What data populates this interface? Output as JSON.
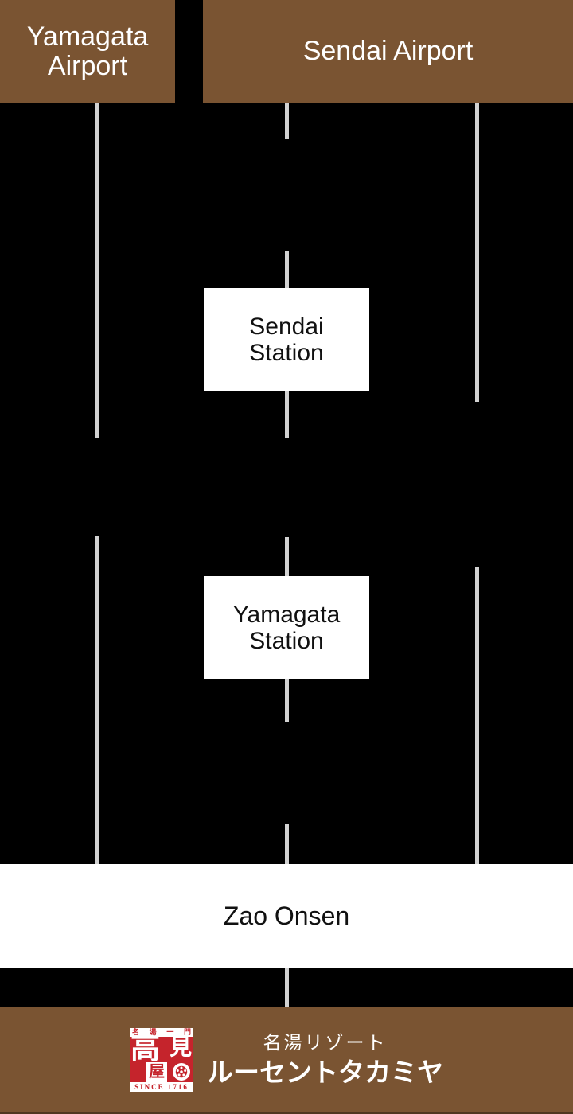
{
  "page": {
    "background_color": "#000000",
    "accent_brown": "#7A5432",
    "line_color": "#D2D2D2",
    "seal_red": "#C5242C"
  },
  "nodes": {
    "yamagata_airport": {
      "line1": "Yamagata",
      "line2": "Airport"
    },
    "sendai_airport": {
      "label": "Sendai Airport"
    },
    "sendai_station": {
      "line1": "Sendai",
      "line2": "Station"
    },
    "yamagata_station": {
      "line1": "Yamagata",
      "line2": "Station"
    },
    "zao_onsen": {
      "label": "Zao Onsen"
    }
  },
  "footer": {
    "seal": {
      "top_label_chars": [
        "名",
        "湯",
        "一",
        "門"
      ],
      "name_char_takai": "高",
      "name_char_mi": "見",
      "name_char_ya": "屋",
      "since": "SINCE 1716"
    },
    "brand": {
      "subtitle": "名湯リゾート",
      "wordmark": "ルーセントタカミヤ"
    }
  }
}
